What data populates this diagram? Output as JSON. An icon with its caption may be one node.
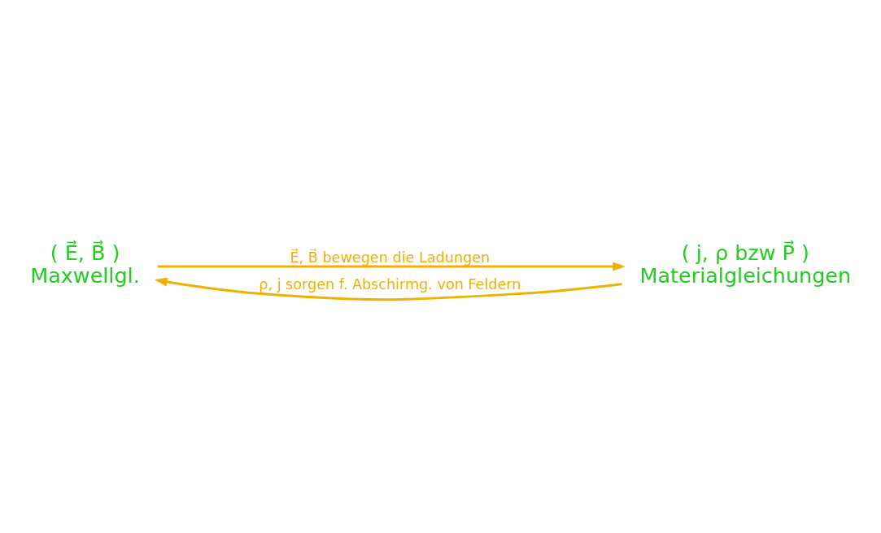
{
  "diagram": {
    "nodes": [
      {
        "text": [
          "( E⃗, B⃗ )",
          "Maxwellgl."
        ]
      },
      {
        "text": [
          "( j, ρ bzw P⃗ )",
          "Materialgleichungen"
        ]
      }
    ],
    "edges": [
      {
        "from": 0,
        "to": 1,
        "arrow": "to",
        "label": "E⃗, B⃗ bewegen die Ladungen"
      },
      {
        "from": 1,
        "to": 0,
        "arrow": "to",
        "label": "ρ, j sorgen f. Abschirmg. von Feldern"
      }
    ]
  }
}
